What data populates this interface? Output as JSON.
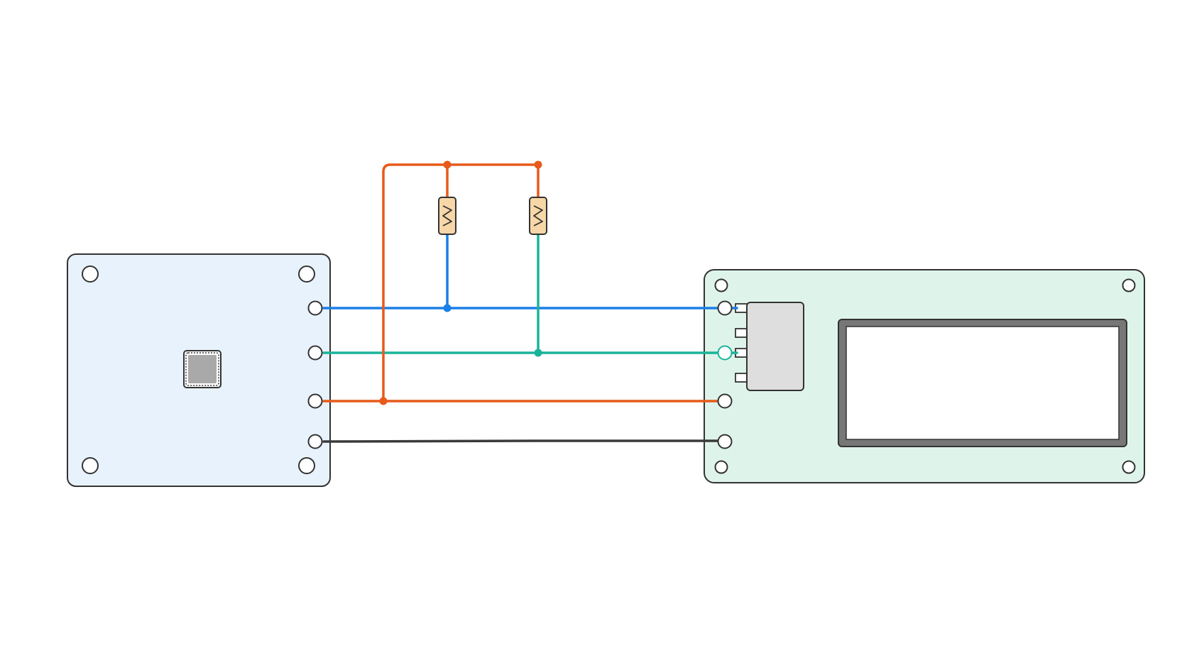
{
  "diagram": {
    "colors": {
      "background": "#ffffff",
      "mcu_board_fill": "#e8f2fc",
      "display_board_fill": "#def4ea",
      "board_outline": "#333333",
      "chip_fill": "#a9a9a9",
      "connector_fill": "#dedede",
      "screen_bezel": "#777777",
      "screen_fill": "#ffffff",
      "resistor_fill": "#f7d7a8",
      "wire_sda": "#1a7fe6",
      "wire_scl": "#1ab39a",
      "wire_vcc": "#e85a1a",
      "wire_gnd": "#3a3a3a"
    },
    "components": [
      {
        "name": "microcontroller-board",
        "icon": "mcu-board-icon"
      },
      {
        "name": "mcu-chip",
        "icon": "chip-icon"
      },
      {
        "name": "pull-up-resistor-sda",
        "icon": "resistor-icon"
      },
      {
        "name": "pull-up-resistor-scl",
        "icon": "resistor-icon"
      },
      {
        "name": "display-module",
        "icon": "lcd-display-icon"
      },
      {
        "name": "display-header-connector",
        "icon": "pin-header-icon"
      }
    ],
    "connections": [
      {
        "from": "microcontroller-board",
        "to": "display-module",
        "net": "sda",
        "color": "#1a7fe6"
      },
      {
        "from": "microcontroller-board",
        "to": "display-module",
        "net": "scl",
        "color": "#1ab39a"
      },
      {
        "from": "microcontroller-board",
        "to": "display-module",
        "net": "vcc",
        "color": "#e85a1a"
      },
      {
        "from": "microcontroller-board",
        "to": "display-module",
        "net": "gnd",
        "color": "#3a3a3a"
      },
      {
        "from": "vcc",
        "to": "pull-up-resistor-sda",
        "net": "vcc",
        "color": "#e85a1a"
      },
      {
        "from": "vcc",
        "to": "pull-up-resistor-scl",
        "net": "vcc",
        "color": "#e85a1a"
      },
      {
        "from": "pull-up-resistor-sda",
        "to": "sda",
        "net": "sda",
        "color": "#1a7fe6"
      },
      {
        "from": "pull-up-resistor-scl",
        "to": "scl",
        "net": "scl",
        "color": "#1ab39a"
      }
    ]
  }
}
